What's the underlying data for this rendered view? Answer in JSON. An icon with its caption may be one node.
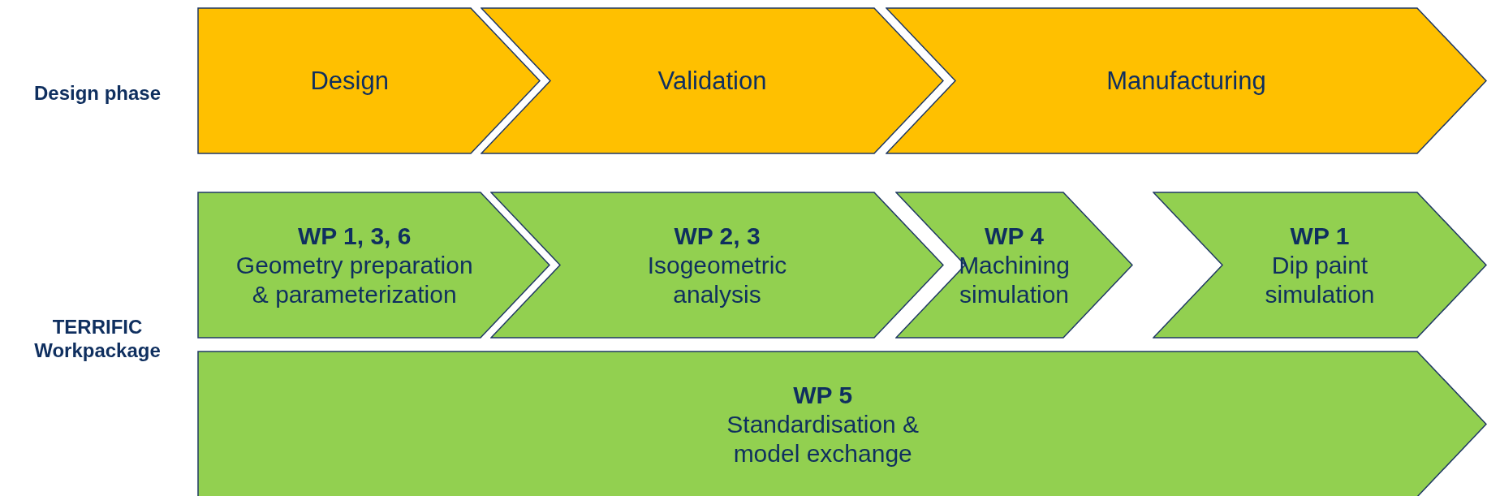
{
  "diagram": {
    "nodes": [
      {
        "text": [
          "Design"
        ]
      },
      {
        "text": [
          "Validation"
        ]
      },
      {
        "text": [
          "Manufacturing"
        ]
      },
      {
        "text": [
          "WP 1, 3, 6",
          "Geometry preparation & parameterization"
        ]
      },
      {
        "text": [
          "WP 2, 3",
          "Isogeometric analysis"
        ]
      },
      {
        "text": [
          "WP 4",
          "Machining simulation"
        ]
      },
      {
        "text": [
          "WP 1",
          "Dip paint simulation"
        ]
      },
      {
        "text": [
          "WP 5",
          "Standardisation & model exchange"
        ]
      }
    ],
    "edges": [],
    "labels": [
      "Design phase",
      "TERRIFIC Workpackage"
    ]
  }
}
